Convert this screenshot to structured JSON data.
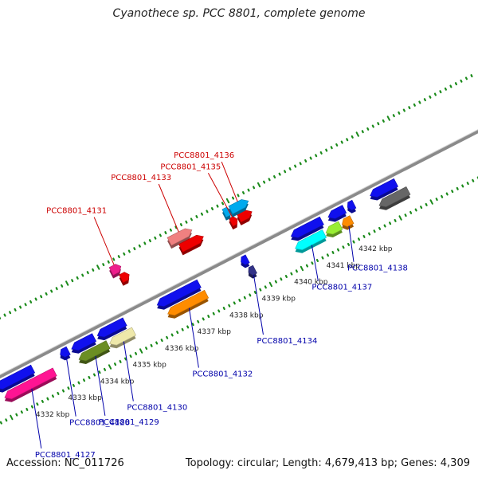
{
  "title": "Cyanothece sp. PCC 8801, complete genome",
  "accession_text": "Accession: NC_011726",
  "summary_text": "Topology: circular; Length: 4,679,413 bp; Genes: 4,309",
  "map": {
    "start_kbp": 4331.2,
    "end_kbp": 4346.5,
    "kbp_labels": [
      "4332 kbp",
      "4333 kbp",
      "4334 kbp",
      "4335 kbp",
      "4336 kbp",
      "4337 kbp",
      "4338 kbp",
      "4339 kbp",
      "4340 kbp",
      "4341 kbp",
      "4342 kbp"
    ],
    "colors": {
      "backbone": "#8a8a8a",
      "dotted_track": "#1a8a1a",
      "label_forward": "#cc0000",
      "label_reverse": "#0000aa"
    },
    "genes": [
      {
        "name": "",
        "start": 4331.2,
        "end": 4332.35,
        "strand": "reverse",
        "lane": 2,
        "color": "#1010ee",
        "label": false
      },
      {
        "name": "PCC8801_4127",
        "start": 4331.3,
        "end": 4332.85,
        "strand": "reverse",
        "lane": 3,
        "color": "#ff1493",
        "label": true
      },
      {
        "name": "PCC8801_4128",
        "start": 4333.2,
        "end": 4333.45,
        "strand": "reverse",
        "lane": 2,
        "color": "#1010ee",
        "label": true
      },
      {
        "name": "PCC8801_4129",
        "start": 4333.6,
        "end": 4334.5,
        "strand": "reverse",
        "lane": 3,
        "color": "#6b8e23",
        "label": true
      },
      {
        "name": "",
        "start": 4333.55,
        "end": 4334.25,
        "strand": "reverse",
        "lane": 2,
        "color": "#1010ee",
        "label": false
      },
      {
        "name": "PCC8801_4130",
        "start": 4334.55,
        "end": 4335.3,
        "strand": "reverse",
        "lane": 3,
        "color": "#eee8aa",
        "label": true
      },
      {
        "name": "",
        "start": 4334.35,
        "end": 4335.2,
        "strand": "reverse",
        "lane": 2,
        "color": "#1010ee",
        "label": false
      },
      {
        "name": "PCC8801_4131",
        "start": 4335.5,
        "end": 4335.8,
        "strand": "forward",
        "lane": 1,
        "color": "#ee1e8c",
        "label": true
      },
      {
        "name": "",
        "start": 4335.65,
        "end": 4335.9,
        "strand": "forward",
        "lane": 0,
        "color": "#ee0000",
        "label": false
      },
      {
        "name": "PCC8801_4132",
        "start": 4336.35,
        "end": 4337.55,
        "strand": "reverse",
        "lane": 3,
        "color": "#ff8c00",
        "label": true
      },
      {
        "name": "",
        "start": 4336.2,
        "end": 4337.5,
        "strand": "reverse",
        "lane": 2,
        "color": "#1010ee",
        "label": false
      },
      {
        "name": "PCC8801_4133",
        "start": 4337.3,
        "end": 4338.0,
        "strand": "forward",
        "lane": 1,
        "color": "#f08080",
        "label": true
      },
      {
        "name": "",
        "start": 4337.5,
        "end": 4338.2,
        "strand": "forward",
        "lane": 0,
        "color": "#ee0000",
        "label": false
      },
      {
        "name": "PCC8801_4134",
        "start": 4338.85,
        "end": 4339.05,
        "strand": "reverse",
        "lane": 3,
        "color": "#333388",
        "label": true
      },
      {
        "name": "",
        "start": 4338.8,
        "end": 4339.0,
        "strand": "reverse",
        "lane": 2,
        "color": "#1010ee",
        "label": false
      },
      {
        "name": "PCC8801_4135",
        "start": 4339.05,
        "end": 4339.25,
        "strand": "forward",
        "lane": 0,
        "color": "#ee0000",
        "label": true
      },
      {
        "name": "",
        "start": 4339.3,
        "end": 4339.7,
        "strand": "forward",
        "lane": 0,
        "color": "#ee0000",
        "label": false
      },
      {
        "name": "",
        "start": 4339.0,
        "end": 4339.2,
        "strand": "forward",
        "lane": 1,
        "color": "#00aaee",
        "label": false
      },
      {
        "name": "PCC8801_4136",
        "start": 4339.2,
        "end": 4339.75,
        "strand": "forward",
        "lane": 1,
        "color": "#00aaee",
        "label": true
      },
      {
        "name": "PCC8801_4137",
        "start": 4340.3,
        "end": 4341.2,
        "strand": "reverse",
        "lane": 3,
        "color": "#00ffff",
        "label": true
      },
      {
        "name": "",
        "start": 4340.35,
        "end": 4341.3,
        "strand": "reverse",
        "lane": 2,
        "color": "#1010ee",
        "label": false
      },
      {
        "name": "",
        "start": 4341.25,
        "end": 4341.7,
        "strand": "reverse",
        "lane": 3,
        "color": "#99ee33",
        "label": false
      },
      {
        "name": "",
        "start": 4341.5,
        "end": 4342.0,
        "strand": "reverse",
        "lane": 2,
        "color": "#1010ee",
        "label": false
      },
      {
        "name": "PCC8801_4138",
        "start": 4341.75,
        "end": 4342.05,
        "strand": "reverse",
        "lane": 3,
        "color": "#ff8c00",
        "label": true
      },
      {
        "name": "",
        "start": 4342.1,
        "end": 4342.3,
        "strand": "reverse",
        "lane": 2,
        "color": "#1010ee",
        "label": false
      },
      {
        "name": "",
        "start": 4342.8,
        "end": 4343.6,
        "strand": "reverse",
        "lane": 2,
        "color": "#1010ee",
        "label": false
      },
      {
        "name": "",
        "start": 4342.9,
        "end": 4343.8,
        "strand": "reverse",
        "lane": 3,
        "color": "#666666",
        "label": false
      }
    ]
  }
}
